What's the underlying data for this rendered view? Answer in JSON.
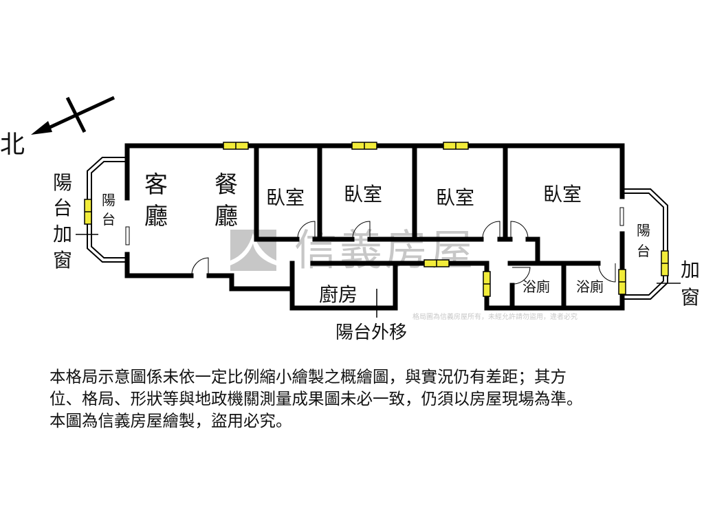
{
  "compass": {
    "north_label": "北"
  },
  "rooms": {
    "living": [
      "客",
      "廳"
    ],
    "dining": [
      "餐",
      "廳"
    ],
    "bedroom": "臥室",
    "kitchen": "廚房",
    "bath": "浴廁",
    "balcony": [
      "陽",
      "台"
    ]
  },
  "annotations": {
    "left_balcony_window": [
      "陽",
      "台",
      "加",
      "窗"
    ],
    "right_window": [
      "加",
      "窗"
    ],
    "balcony_moved": "陽台外移"
  },
  "watermark": {
    "brand": "信義房屋",
    "notice": "格局圖為信義房屋所有，未經允許請勿盜用，違者必究"
  },
  "disclaimer": [
    "本格局示意圖係未依一定比例縮小繪製之概繪圖，與實況仍有差距；其方",
    "位、格局、形狀等與地政機關測量成果圖未必一致，仍須以房屋現場為準。",
    "本圖為信義房屋繪製，盜用必究。"
  ],
  "colors": {
    "wall": "#000000",
    "window": "#f2ec3a",
    "watermark": "#9a9a9a"
  }
}
